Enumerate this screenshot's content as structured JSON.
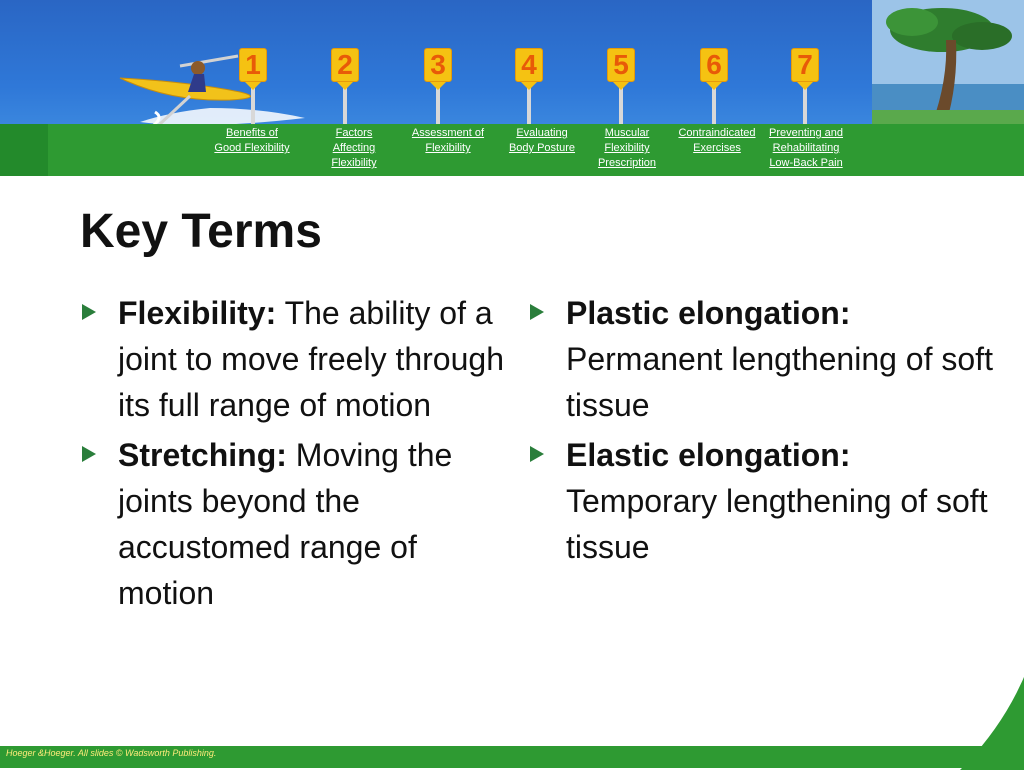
{
  "nav": {
    "items": [
      {
        "number": "1",
        "label": "Benefits of Good Flexibility",
        "lines": [
          "Benefits of",
          "Good Flexibility"
        ]
      },
      {
        "number": "2",
        "label": "Factors Affecting Flexibility",
        "lines": [
          "Factors",
          "Affecting",
          "Flexibility"
        ]
      },
      {
        "number": "3",
        "label": "Assessment of Flexibility",
        "lines": [
          "Assessment of",
          "Flexibility"
        ]
      },
      {
        "number": "4",
        "label": "Evaluating Body Posture",
        "lines": [
          "Evaluating",
          "Body Posture"
        ]
      },
      {
        "number": "5",
        "label": "Muscular Flexibility Prescription",
        "lines": [
          "Muscular",
          "Flexibility",
          "Prescription"
        ]
      },
      {
        "number": "6",
        "label": "Contraindicated Exercises",
        "lines": [
          "Contraindicated",
          "Exercises"
        ]
      },
      {
        "number": "7",
        "label": "Preventing and Rehabilitating Low-Back Pain",
        "lines": [
          "Preventing and",
          "Rehabilitating",
          "Low-Back Pain"
        ]
      }
    ]
  },
  "title": "Key Terms",
  "left_terms": [
    {
      "term": "Flexibility:",
      "definition": "The ability of a joint to move freely through its full range of motion"
    },
    {
      "term": "Stretching:",
      "definition": "Moving the joints beyond the accustomed range of motion"
    }
  ],
  "right_terms": [
    {
      "term": "Plastic elongation:",
      "definition": "Permanent lengthening of soft tissue"
    },
    {
      "term": "Elastic elongation:",
      "definition": "Temporary lengthening of soft tissue"
    }
  ],
  "footer": "Hoeger &Hoeger. All slides © Wadsworth Publishing.",
  "colors": {
    "header_blue": "#2f78d8",
    "nav_green": "#2e9a32",
    "sign_yellow": "#f5c212",
    "sign_number": "#e85a08",
    "bullet": "#2a7e3b",
    "footer_text": "#ffeb7a"
  },
  "icons": [
    "kayaker-illustration",
    "tree-illustration",
    "number-sign-icon",
    "bullet-arrow-icon"
  ]
}
